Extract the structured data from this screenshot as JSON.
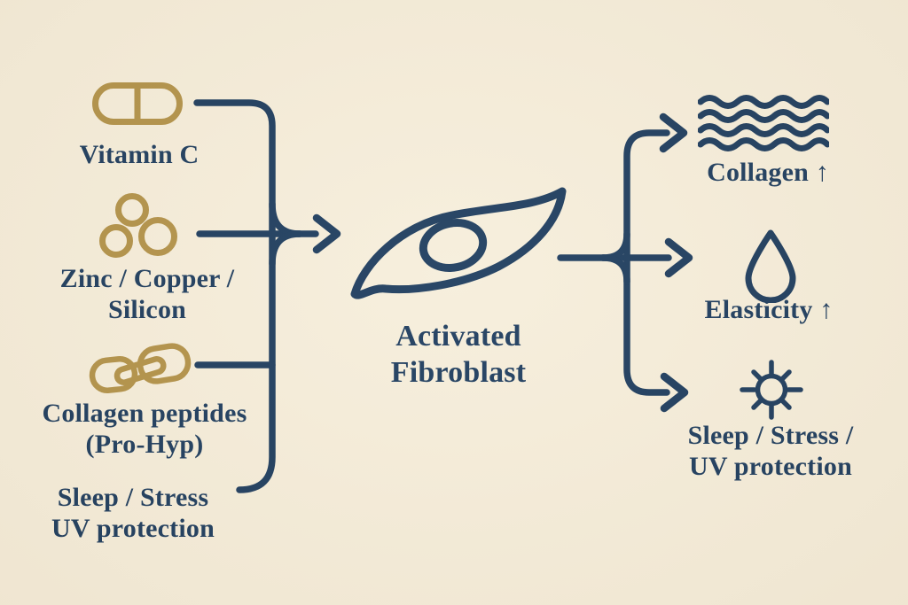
{
  "colors": {
    "background": "#f6eedb",
    "navy": "#1d3c5e",
    "gold": "#b29249"
  },
  "inputs": [
    {
      "icon": "pill-icon",
      "lines": [
        "Vitamin C"
      ]
    },
    {
      "icon": "minerals-icon",
      "lines": [
        "Zinc / Copper /",
        "Silicon"
      ]
    },
    {
      "icon": "chain-links-icon",
      "lines": [
        "Collagen peptides",
        "(Pro-Hyp)"
      ]
    },
    {
      "icon": "none",
      "lines": [
        "Sleep / Stress",
        "UV protection"
      ]
    }
  ],
  "center": {
    "icon": "fibroblast-cell-icon",
    "lines": [
      "Activated",
      "Fibroblast"
    ]
  },
  "outputs": [
    {
      "icon": "collagen-fibers-icon",
      "lines": [
        "Collagen ↑"
      ]
    },
    {
      "icon": "water-drop-icon",
      "lines": [
        "Elasticity ↑"
      ]
    },
    {
      "icon": "sun-icon",
      "lines": [
        "Sleep / Stress /",
        "UV protection"
      ]
    }
  ]
}
